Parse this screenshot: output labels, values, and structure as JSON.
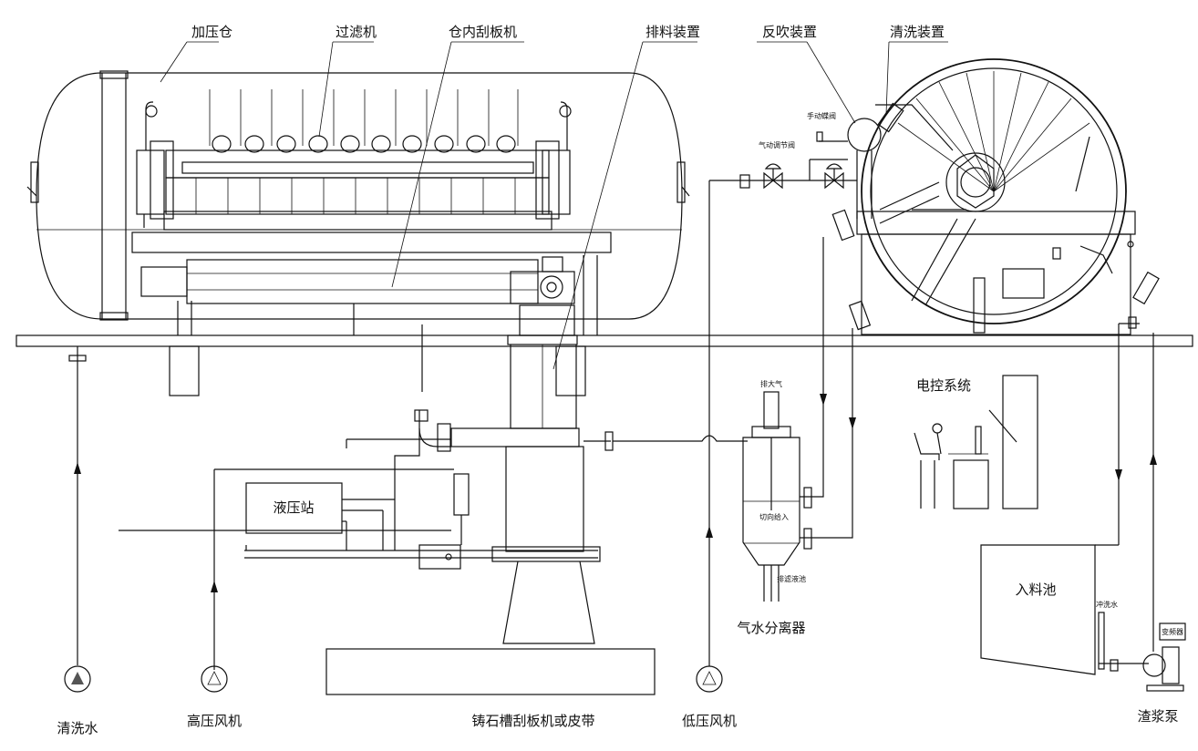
{
  "labels": {
    "pressure_chamber": "加压仓",
    "filter": "过滤机",
    "scraper_in_chamber": "仓内刮板机",
    "discharge_device": "排料装置",
    "back_blow_device": "反吹装置",
    "cleaning_device": "清洗装置",
    "manual_butterfly_valve": "手动蝶阀",
    "pneumatic_valve": "气动调节阀",
    "hydraulic_station": "液压站",
    "vent_to_atmosphere": "排大气",
    "tangential_inlet": "切向给入",
    "drain_to_pool": "排滤液池",
    "gas_water_separator": "气水分离器",
    "electric_control": "电控系统",
    "feed_pool": "入料池",
    "flush_water": "冲洗水",
    "inverter": "变频器",
    "wash_water": "清洗水",
    "hp_blower": "高压风机",
    "cast_stone_conveyor": "铸石槽刮板机或皮带",
    "lp_blower": "低压风机",
    "slurry_pump": "渣浆泵"
  }
}
